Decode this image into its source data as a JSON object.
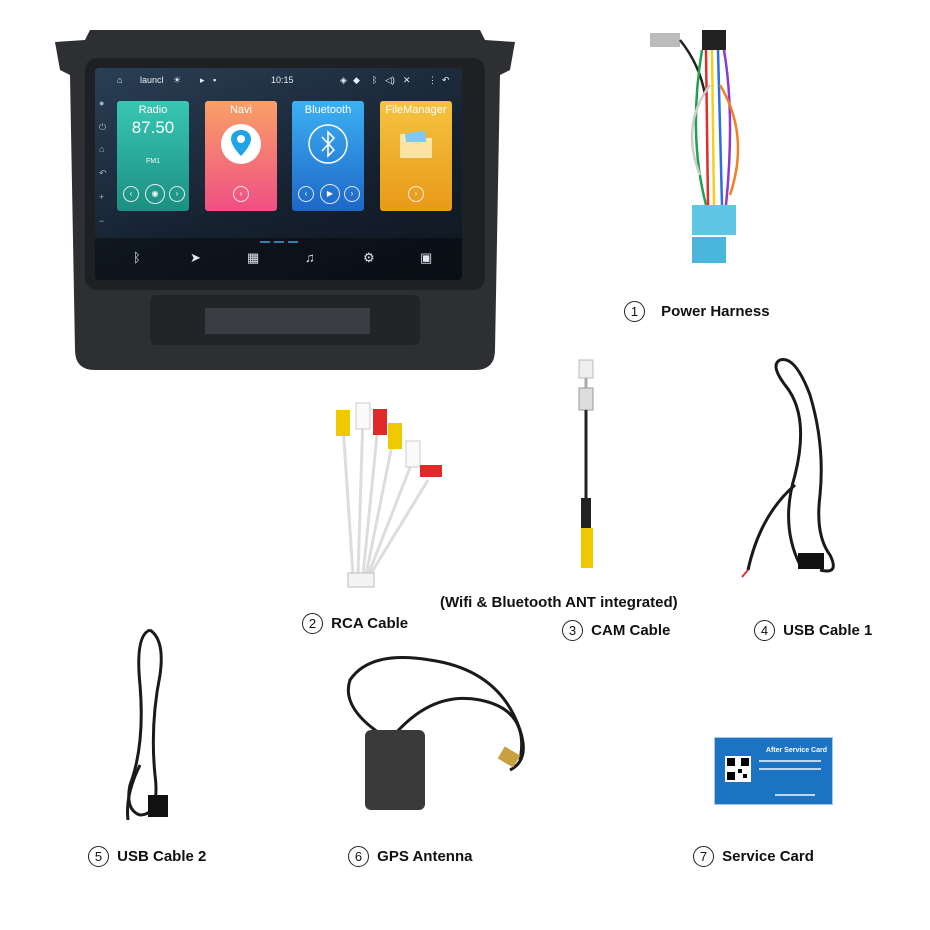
{
  "device": {
    "status_bar": {
      "launcher_label": "launcl",
      "time": "10:15"
    },
    "tiles": {
      "radio": {
        "title": "Radio",
        "frequency": "87.50",
        "band": "FM1"
      },
      "navi": {
        "title": "Navi"
      },
      "bluetooth": {
        "title": "Bluetooth"
      },
      "filemanager": {
        "title": "FileManager"
      }
    },
    "colors": {
      "radio": "#2bb3a3",
      "navi": "#f5708a",
      "bluetooth": "#2a8de0",
      "filemanager": "#f2b630",
      "frame": "#2d2f33"
    }
  },
  "items": [
    {
      "number": "1",
      "label": "Power Harness"
    },
    {
      "number": "2",
      "label": "RCA Cable"
    },
    {
      "number": "3",
      "label": "CAM Cable"
    },
    {
      "number": "4",
      "label": "USB Cable 1"
    },
    {
      "number": "5",
      "label": "USB Cable 2"
    },
    {
      "number": "6",
      "label": "GPS Antenna"
    },
    {
      "number": "7",
      "label": "Service Card"
    }
  ],
  "cam_note": "(Wifi & Bluetooth ANT integrated)",
  "service_card": {
    "title": "After Service Card"
  }
}
